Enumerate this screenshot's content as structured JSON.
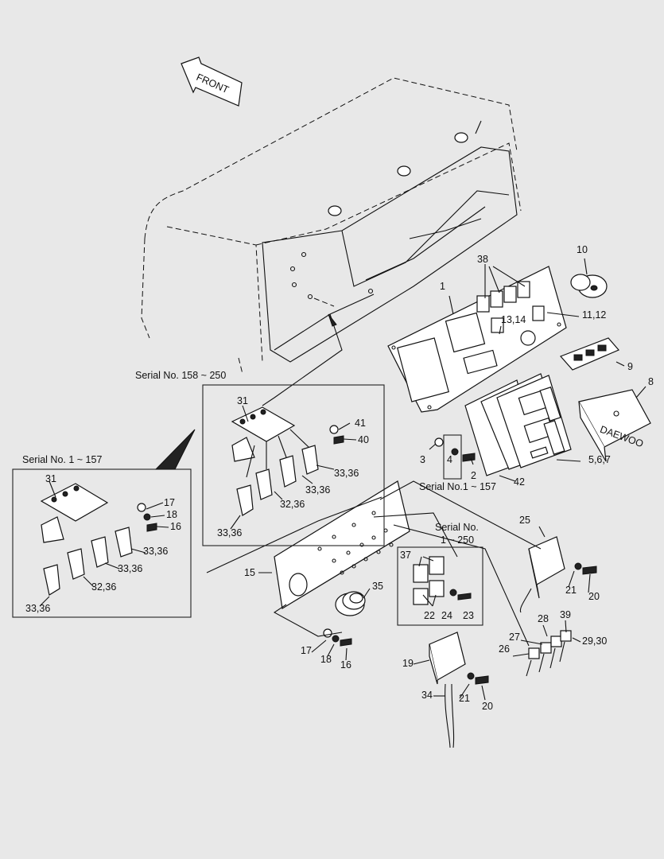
{
  "front_label": "FRONT",
  "captions": {
    "serial_158_250": "Serial No. 158 ~ 250",
    "serial_1_157_left": "Serial No. 1 ~ 157",
    "serial_1_157_small": "Serial No.1 ~ 157",
    "serial_no": "Serial No.",
    "serial_range_1_250": "1 ~ 250"
  },
  "callouts": {
    "c1": "1",
    "c2": "2",
    "c3": "3",
    "c4": "4",
    "c5_7": "5,6,7",
    "c8": "8",
    "c9": "9",
    "c10": "10",
    "c11_12": "11,12",
    "c13_14": "13,14",
    "c15": "15",
    "c16a": "16",
    "c16b": "16",
    "c17a": "17",
    "c17b": "17",
    "c18a": "18",
    "c18b": "18",
    "c19": "19",
    "c20a": "20",
    "c20b": "20",
    "c21a": "21",
    "c21b": "21",
    "c22": "22",
    "c23": "23",
    "c24": "24",
    "c25": "25",
    "c26": "26",
    "c27": "27",
    "c28": "28",
    "c29_30": "29,30",
    "c31a": "31",
    "c31b": "31",
    "c32_36a": "32,36",
    "c32_36b": "32,36",
    "c33_36a": "33,36",
    "c33_36b": "33,36",
    "c33_36c": "33,36",
    "c33_36d": "33,36",
    "c33_36e": "33,36",
    "c33_36f": "33,36",
    "c34": "34",
    "c35": "35",
    "c37": "37",
    "c38": "38",
    "c39": "39",
    "c40": "40",
    "c41": "41",
    "c42": "42"
  }
}
